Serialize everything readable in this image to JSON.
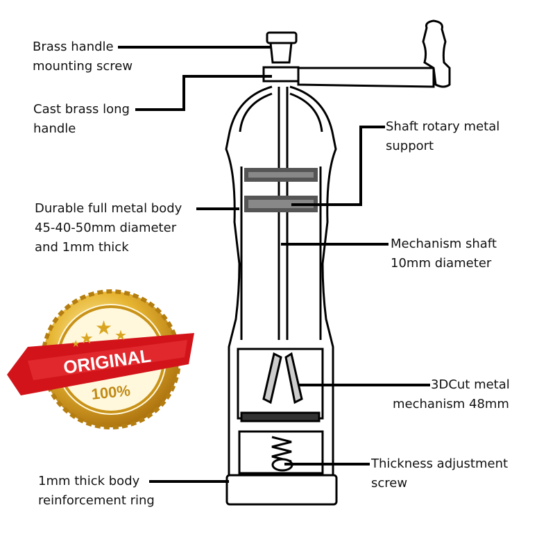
{
  "labels": {
    "mounting_screw": [
      "Brass handle",
      "mounting screw"
    ],
    "long_handle": [
      "Cast brass long",
      "handle"
    ],
    "rotary_support": [
      "Shaft rotary metal",
      "support"
    ],
    "metal_body": [
      "Durable full metal body",
      "45-40-50mm diameter",
      "and 1mm thick"
    ],
    "shaft": [
      "Mechanism shaft",
      "10mm diameter"
    ],
    "mechanism": [
      "3DCut metal",
      "mechanism 48mm"
    ],
    "adjustment": [
      "Thickness adjustment",
      "screw"
    ],
    "ring": [
      "1mm thick body",
      "reinforcement ring"
    ]
  },
  "badge": {
    "line1": "ORIGINAL",
    "line2": "100%"
  },
  "colors": {
    "gold": "#d9a520",
    "ribbon": "#d2141a",
    "line": "#000000"
  }
}
